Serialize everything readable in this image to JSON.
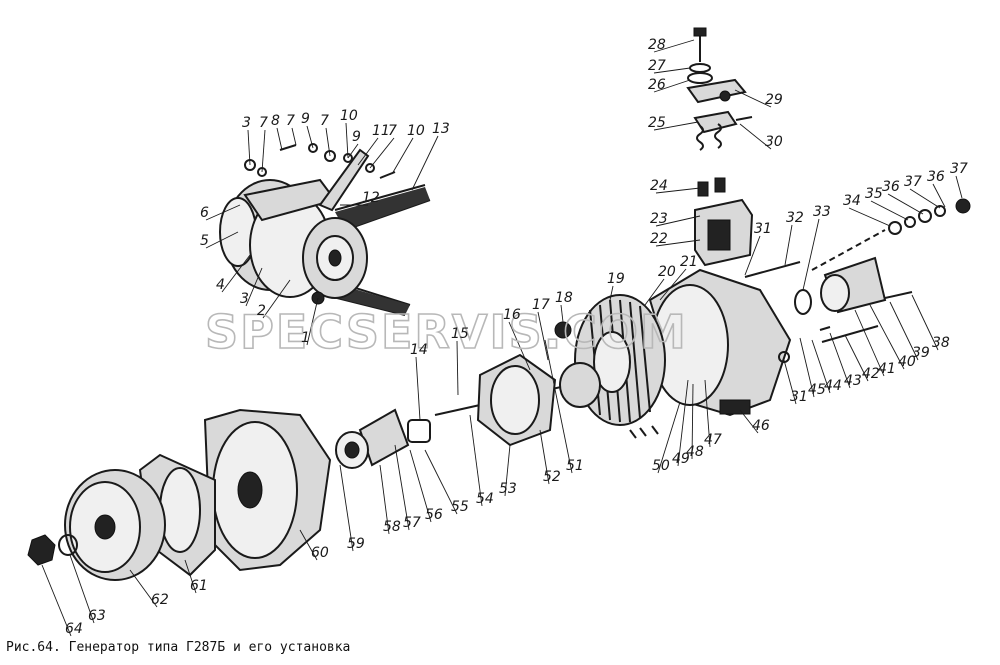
{
  "caption": "Рис.64. Генератор типа Г287Б и его установка",
  "watermark": "SPECSERVIS.COM",
  "labels": [
    {
      "id": "3a",
      "text": "3"
    },
    {
      "id": "7a",
      "text": "7"
    },
    {
      "id": "8",
      "text": "8"
    },
    {
      "id": "7b",
      "text": "7"
    },
    {
      "id": "9a",
      "text": "9"
    },
    {
      "id": "7c",
      "text": "7"
    },
    {
      "id": "10a",
      "text": "10"
    },
    {
      "id": "9b",
      "text": "9"
    },
    {
      "id": "11",
      "text": "11"
    },
    {
      "id": "7d",
      "text": "7"
    },
    {
      "id": "10b",
      "text": "10"
    },
    {
      "id": "13",
      "text": "13"
    },
    {
      "id": "12",
      "text": "12"
    },
    {
      "id": "6",
      "text": "6"
    },
    {
      "id": "5",
      "text": "5"
    },
    {
      "id": "4",
      "text": "4"
    },
    {
      "id": "3b",
      "text": "3"
    },
    {
      "id": "2",
      "text": "2"
    },
    {
      "id": "1",
      "text": "1"
    },
    {
      "id": "28",
      "text": "28"
    },
    {
      "id": "27",
      "text": "27"
    },
    {
      "id": "26",
      "text": "26"
    },
    {
      "id": "29",
      "text": "29"
    },
    {
      "id": "25",
      "text": "25"
    },
    {
      "id": "30",
      "text": "30"
    },
    {
      "id": "24",
      "text": "24"
    },
    {
      "id": "23",
      "text": "23"
    },
    {
      "id": "22",
      "text": "22"
    },
    {
      "id": "31a",
      "text": "31"
    },
    {
      "id": "32",
      "text": "32"
    },
    {
      "id": "33",
      "text": "33"
    },
    {
      "id": "34",
      "text": "34"
    },
    {
      "id": "35",
      "text": "35"
    },
    {
      "id": "36a",
      "text": "36"
    },
    {
      "id": "37a",
      "text": "37"
    },
    {
      "id": "36b",
      "text": "36"
    },
    {
      "id": "37b",
      "text": "37"
    },
    {
      "id": "21",
      "text": "21"
    },
    {
      "id": "20",
      "text": "20"
    },
    {
      "id": "19",
      "text": "19"
    },
    {
      "id": "18",
      "text": "18"
    },
    {
      "id": "17",
      "text": "17"
    },
    {
      "id": "16",
      "text": "16"
    },
    {
      "id": "15",
      "text": "15"
    },
    {
      "id": "14",
      "text": "14"
    },
    {
      "id": "38",
      "text": "38"
    },
    {
      "id": "39",
      "text": "39"
    },
    {
      "id": "40",
      "text": "40"
    },
    {
      "id": "41",
      "text": "41"
    },
    {
      "id": "42",
      "text": "42"
    },
    {
      "id": "43",
      "text": "43"
    },
    {
      "id": "44",
      "text": "44"
    },
    {
      "id": "45",
      "text": "45"
    },
    {
      "id": "31b",
      "text": "31"
    },
    {
      "id": "46",
      "text": "46"
    },
    {
      "id": "47",
      "text": "47"
    },
    {
      "id": "48",
      "text": "48"
    },
    {
      "id": "49",
      "text": "49"
    },
    {
      "id": "50",
      "text": "50"
    },
    {
      "id": "51",
      "text": "51"
    },
    {
      "id": "52",
      "text": "52"
    },
    {
      "id": "53",
      "text": "53"
    },
    {
      "id": "54",
      "text": "54"
    },
    {
      "id": "55",
      "text": "55"
    },
    {
      "id": "56",
      "text": "56"
    },
    {
      "id": "57",
      "text": "57"
    },
    {
      "id": "58",
      "text": "58"
    },
    {
      "id": "59",
      "text": "59"
    },
    {
      "id": "60",
      "text": "60"
    },
    {
      "id": "61",
      "text": "61"
    },
    {
      "id": "62",
      "text": "62"
    },
    {
      "id": "63",
      "text": "63"
    },
    {
      "id": "64",
      "text": "64"
    }
  ]
}
